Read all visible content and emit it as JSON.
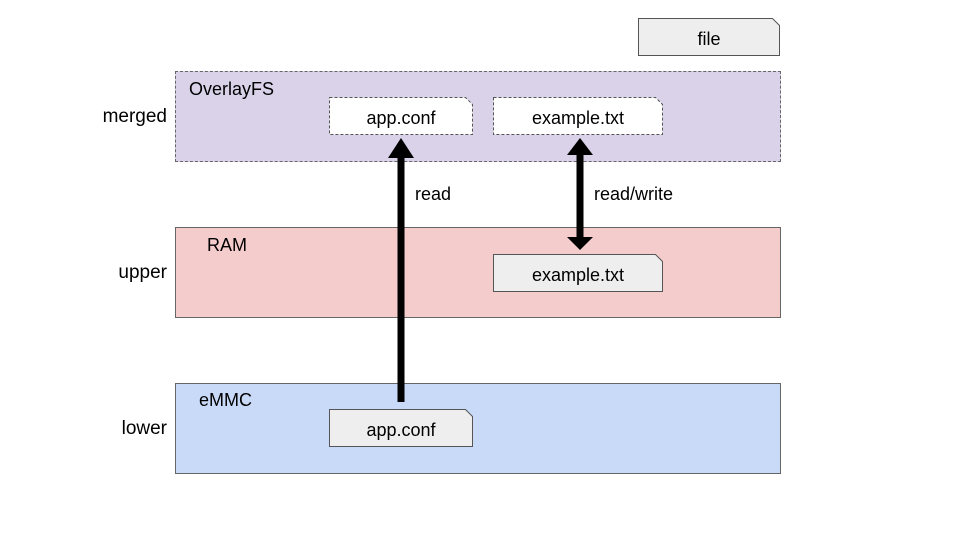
{
  "legend": {
    "file_label": "file"
  },
  "layers": {
    "merged": {
      "row_label": "merged",
      "title": "OverlayFS",
      "color": "#d9d2e9"
    },
    "upper": {
      "row_label": "upper",
      "title": "RAM",
      "color": "#f4cccc"
    },
    "lower": {
      "row_label": "lower",
      "title": "eMMC",
      "color": "#c9daf8"
    }
  },
  "files": {
    "merged_app": "app.conf",
    "merged_example": "example.txt",
    "upper_example": "example.txt",
    "lower_app": "app.conf"
  },
  "arrows": {
    "read_label": "read",
    "readwrite_label": "read/write"
  },
  "icons": {
    "file_shape": "folded-corner-file-icon"
  }
}
